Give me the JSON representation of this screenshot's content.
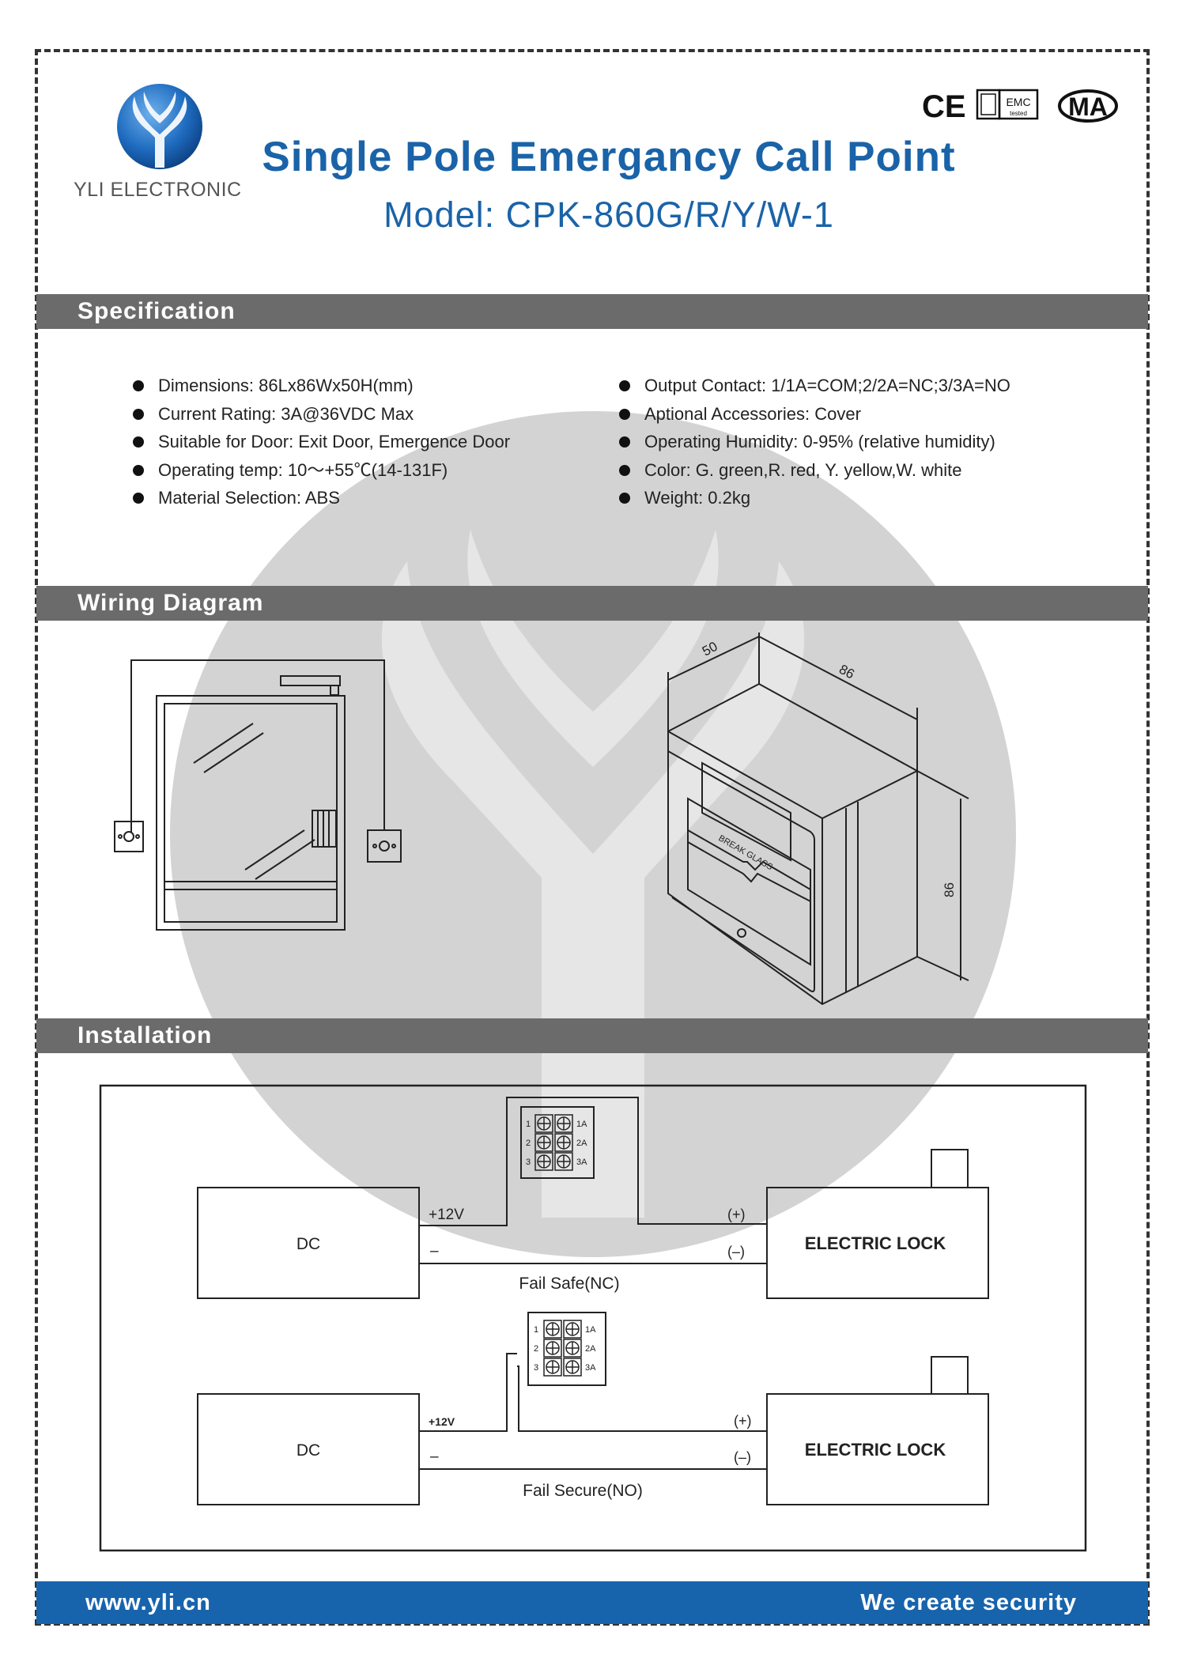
{
  "header": {
    "company": "YLI ELECTRONIC",
    "title": "Single Pole Emergancy Call Point",
    "model": "Model: CPK-860G/R/Y/W-1",
    "certs": {
      "ce": "CE",
      "emc": "EMC",
      "emc_sub": "tested",
      "ma": "MA"
    }
  },
  "sections": {
    "specification": "Specification",
    "wiring": "Wiring Diagram",
    "installation": "Installation"
  },
  "specs_left": [
    "Dimensions: 86Lx86Wx50H(mm)",
    "Current Rating:  3A@36VDC Max",
    "Suitable for Door: Exit Door, Emergence Door",
    "Operating temp: 10～+55℃(14-131F)",
    "Material  Selection: ABS"
  ],
  "specs_right": [
    "Output Contact: 1/1A=COM;2/2A=NC;3/3A=NO",
    "Aptional Accessories: Cover",
    "Operating Humidity: 0-95% (relative humidity)",
    "Color: G. green,R. red, Y. yellow,W. white",
    "Weight: 0.2kg"
  ],
  "device_drawing": {
    "dim_depth": "50",
    "dim_width": "86",
    "dim_height": "86",
    "face_text": "BREAK GLASS"
  },
  "installation": {
    "diagram1": {
      "dc": "DC",
      "lock": "ELECTRIC LOCK",
      "plus12": "+12V",
      "minus": "–",
      "lock_plus": "(+)",
      "lock_minus": "(–)",
      "caption": "Fail Safe(NC)",
      "terminals_left": [
        "1",
        "2",
        "3"
      ],
      "terminals_right": [
        "1A",
        "2A",
        "3A"
      ]
    },
    "diagram2": {
      "dc": "DC",
      "lock": "ELECTRIC LOCK",
      "plus12": "+12V",
      "minus": "–",
      "lock_plus": "(+)",
      "lock_minus": "(–)",
      "caption": "Fail Secure(NO)",
      "terminals_left": [
        "1",
        "2",
        "3"
      ],
      "terminals_right": [
        "1A",
        "2A",
        "3A"
      ]
    }
  },
  "footer": {
    "website": "www.yli.cn",
    "slogan": "We create security"
  },
  "colors": {
    "brand_blue": "#1a63a8",
    "bar_gray": "#6b6b6b",
    "footer_blue": "#1764ad"
  }
}
